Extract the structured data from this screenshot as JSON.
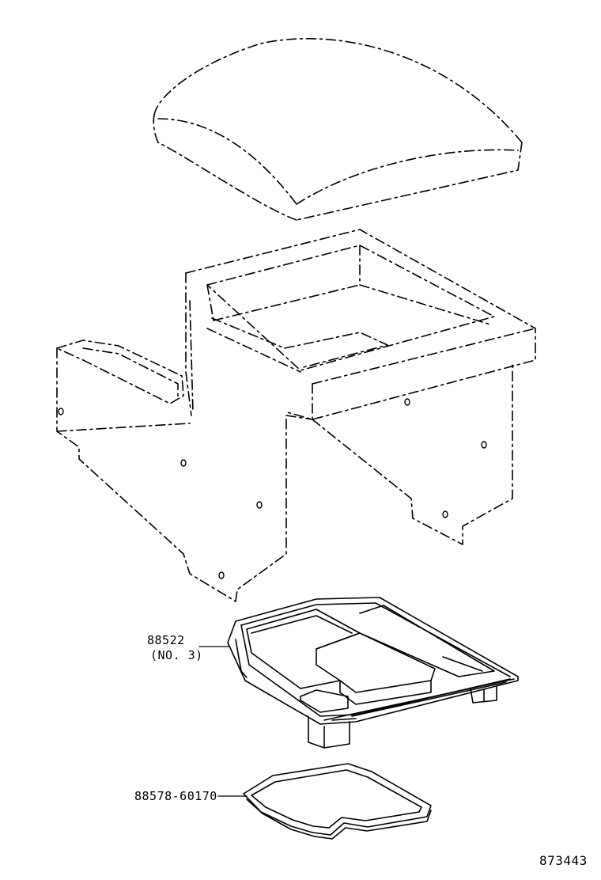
{
  "callouts": {
    "upper_tray_part_number": "88522",
    "upper_tray_variant": "(NO. 3)",
    "gasket_part_number": "88578-60170"
  },
  "figure_id": "873443",
  "colors": {
    "line": "#000000",
    "background": "#ffffff"
  }
}
